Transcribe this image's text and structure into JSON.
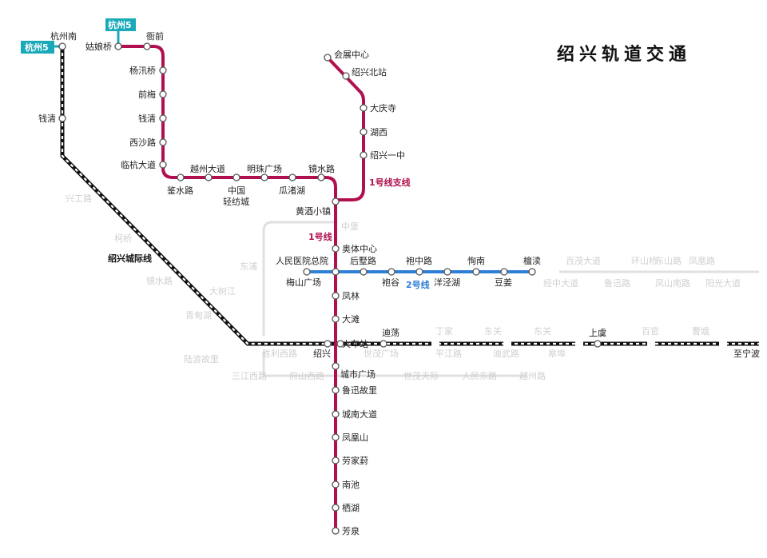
{
  "title": "绍兴轨道交通",
  "colors": {
    "line1": "#b0104f",
    "line2": "#2e7fd6",
    "hangzhou5": "#1aa9b8",
    "rail": "#111111",
    "planned": "#dcdcdc"
  },
  "line_labels": {
    "line1": "1号线",
    "line1_branch": "1号线支线",
    "line2": "2号线",
    "intercity": "绍兴城际线"
  },
  "hangzhou_tags": [
    "杭州5",
    "杭州5"
  ],
  "stations": {
    "hangzhounan": "杭州南",
    "qianqing": "钱清",
    "guniangqiao": "姑娘桥",
    "quqian": "衙前",
    "yangxunqiao": "杨汛桥",
    "qianmei": "前梅",
    "qianqing2": "钱清",
    "xishalu": "西沙路",
    "linhangdadao": "临杭大道",
    "jianshuilu": "鉴水路",
    "yuezhoudadao": "越州大道",
    "zhongguo": "中国",
    "qingfangcheng": "轻纺城",
    "mingzhuguangchang": "明珠广场",
    "guazhuhu": "瓜渚湖",
    "jingshuilu": "镜水路",
    "huizhanzhongxin": "会展中心",
    "shaoxingbeizhan": "绍兴北站",
    "daqingsi": "大庆寺",
    "huxi": "湖西",
    "shaoxingyizhong": "绍兴一中",
    "huangjiuxiaozhen": "黄酒小镇",
    "aotizhongxin": "奥体中心",
    "renminyiyuan": "人民医院总院",
    "houshulu": "后墅路",
    "paozhonglu": "袍中路",
    "xunnan": "恂南",
    "tandu": "檀渎",
    "meishanguangchang": "梅山广场",
    "paogu": "袍谷",
    "yangjinghu": "洋泾湖",
    "doujiang": "豆姜",
    "fenglin": "凤林",
    "datan": "大滩",
    "huochezhan": "火车站",
    "shaoxing": "绍兴",
    "didang": "迪荡",
    "shangyu": "上虞",
    "zhiningbo": "至宁波",
    "chengshiguangchang": "城市广场",
    "luxunguli": "鲁迅故里",
    "chengnandadao": "城南大道",
    "fenghuangshan": "凤凰山",
    "laojiaqiao": "劳家葑",
    "nanchi": "南池",
    "qihu": "栖湖",
    "fangquan": "芳泉"
  },
  "planned_labels": [
    "兴工路",
    "柯桥",
    "镜水路",
    "东浦",
    "大树江",
    "青甸湖",
    "陆游故里",
    "三江西路",
    "府山西路",
    "胜利西路",
    "世茂广场",
    "世茂天际",
    "平江路",
    "人民东路",
    "迪武路",
    "越州路",
    "皋埠",
    "东关",
    "百官",
    "曹娥",
    "丁家",
    "东关",
    "百茂大道",
    "环山桥",
    "东山路",
    "凤凰路",
    "经中大道",
    "鲁迅路",
    "凤山南路",
    "阳光大道",
    "中堡"
  ]
}
